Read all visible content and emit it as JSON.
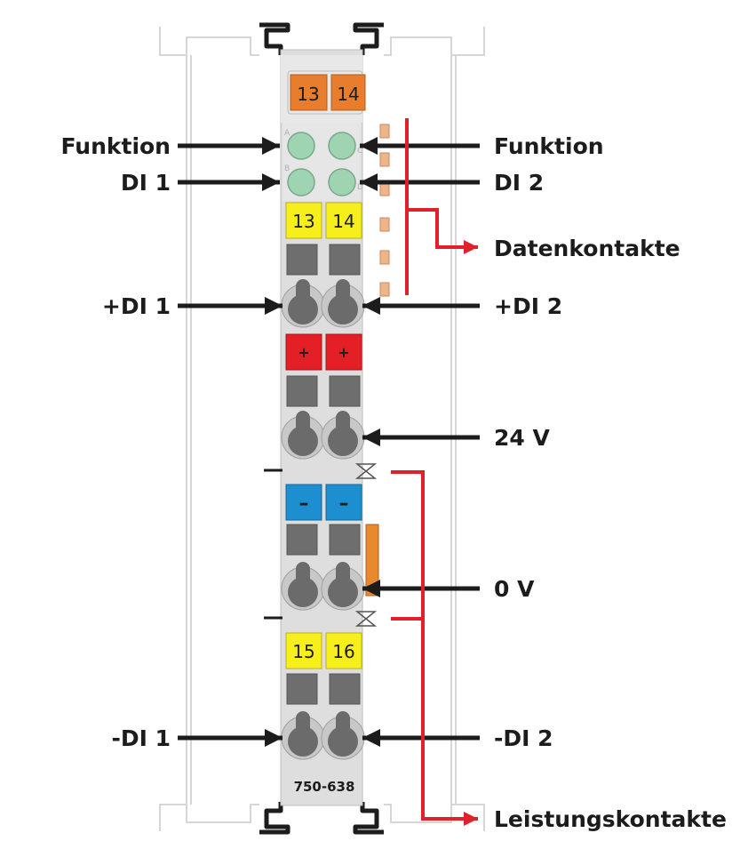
{
  "labels": {
    "funktion_left": "Funktion",
    "funktion_right": "Funktion",
    "di1": "DI 1",
    "di2": "DI 2",
    "datenkontakte": "Datenkontakte",
    "plus_di1": "+DI 1",
    "plus_di2": "+DI 2",
    "v24": "24 V",
    "v0": "0 V",
    "minus_di1": "-DI 1",
    "minus_di2": "-DI 2",
    "leistungskontakte": "Leistungskontakte"
  },
  "module": {
    "model": "750-638",
    "top_marker_left": "13",
    "top_marker_right": "14",
    "led_a": "A",
    "led_b": "B",
    "led_c": "C",
    "led_d": "D",
    "tag1_left": "13",
    "tag1_right": "14",
    "plus_left": "+",
    "plus_right": "+",
    "minus_left": "–",
    "minus_right": "–",
    "tag2_left": "15",
    "tag2_right": "16"
  },
  "colors": {
    "orange": "#e87d2d",
    "yellow": "#f7ef1c",
    "red_tag": "#e51f26",
    "blue_tag": "#1d8fd0",
    "led_green": "#9fd4b2",
    "arrow_black": "#1c1c1c",
    "arrow_red": "#e0202a"
  }
}
